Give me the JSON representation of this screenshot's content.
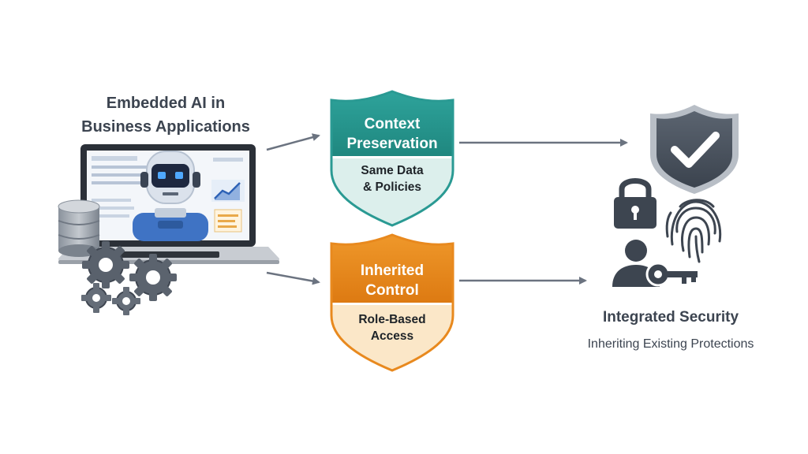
{
  "source": {
    "title_line1": "Embedded AI in",
    "title_line2": "Business Applications",
    "icons": [
      "laptop-icon",
      "robot-icon",
      "database-icon",
      "gears-icon",
      "chart-icon"
    ]
  },
  "shields": [
    {
      "title_line1": "Context",
      "title_line2": "Preservation",
      "sub_line1": "Same Data",
      "sub_line2": "& Policies",
      "color": "#2a9a93",
      "bottom_color": "#dcefec"
    },
    {
      "title_line1": "Inherited",
      "title_line2": "Control",
      "sub_line1": "Role-Based",
      "sub_line2": "Access",
      "color": "#e8891e",
      "bottom_color": "#fbe7c8"
    }
  ],
  "result": {
    "title": "Integrated Security",
    "subtitle": "Inheriting Existing Protections",
    "icons": [
      "shield-check-icon",
      "padlock-icon",
      "fingerprint-icon",
      "user-icon",
      "key-icon"
    ]
  },
  "colors": {
    "arrow": "#6b7380",
    "icon_dark": "#3d4550",
    "text": "#3c4450"
  }
}
